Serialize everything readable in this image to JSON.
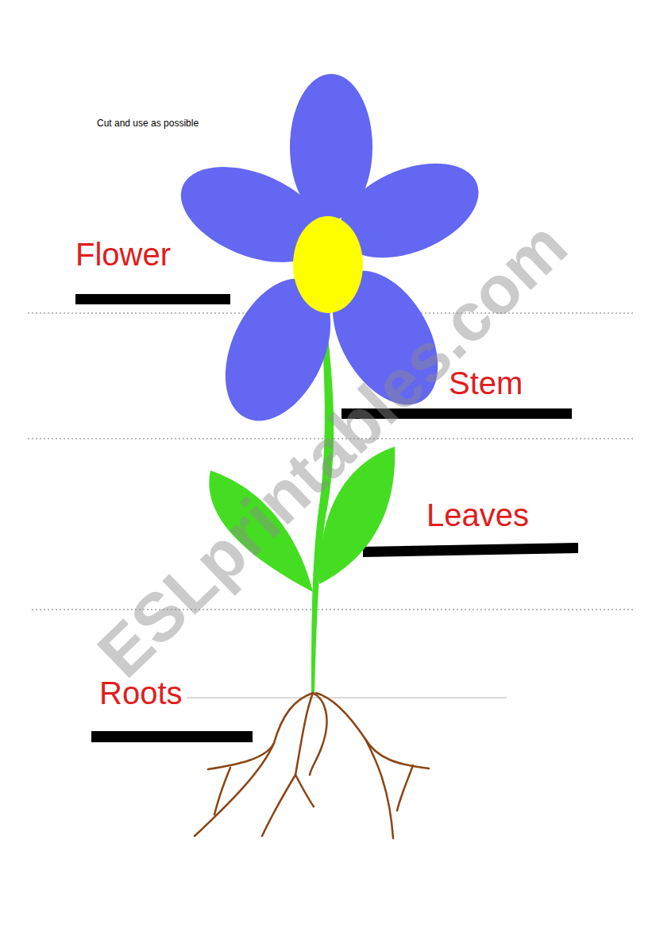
{
  "diagram": {
    "labels": [
      "Cut and use as possible",
      "Flower",
      "Stem",
      "Leaves",
      "Roots",
      "ESLprintables.com"
    ]
  }
}
